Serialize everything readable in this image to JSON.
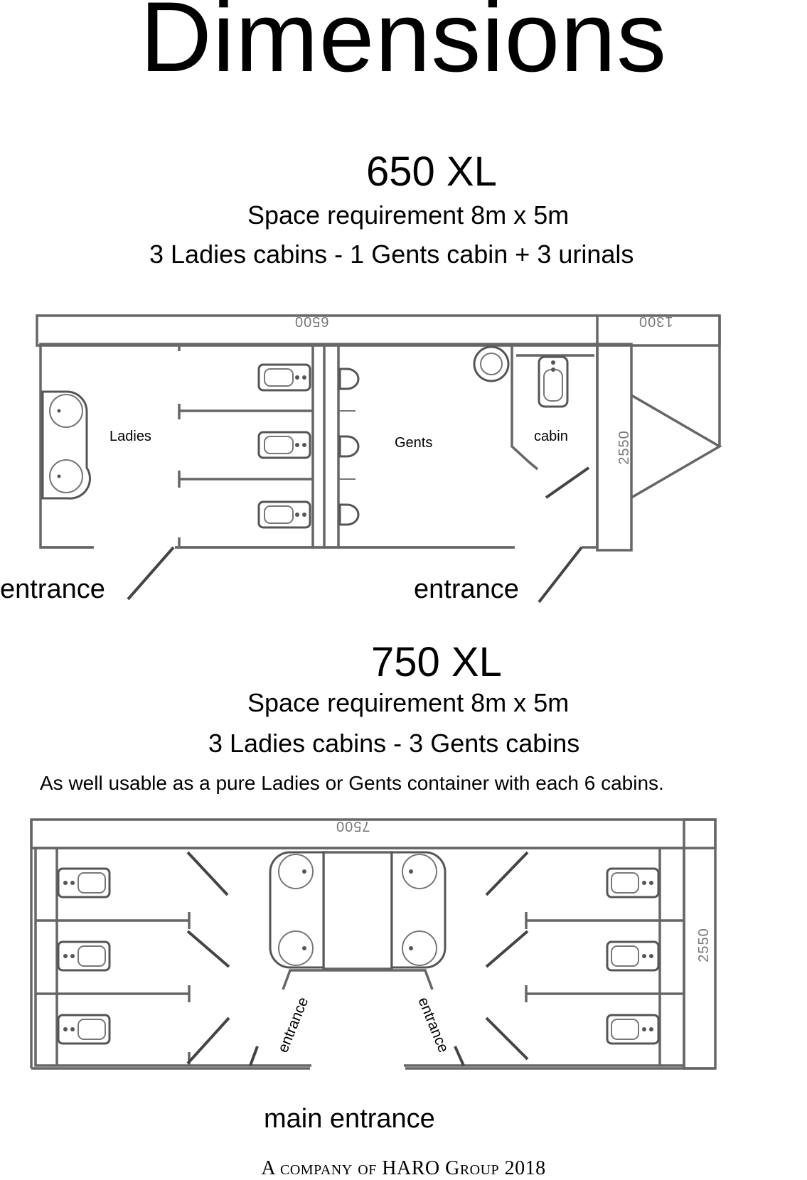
{
  "page": {
    "title": "Dimensions"
  },
  "plans": [
    {
      "model": "650  XL",
      "space": "Space requirement  8m x 5m",
      "cabins": "3 Ladies cabins  -  1 Gents cabin + 3 urinals",
      "rooms": {
        "ladies": "Ladies",
        "gents": "Gents",
        "cabin": "cabin"
      },
      "dims": {
        "length": "6500",
        "extra": "1300",
        "width": "2550"
      },
      "entrances": [
        "entrance",
        "entrance"
      ]
    },
    {
      "model": "750  XL",
      "space": "Space requirement  8m x 5m",
      "cabins": "3 Ladies cabins  -  3 Gents cabins",
      "note": "As well usable as a pure Ladies or Gents container with each 6 cabins.",
      "dims": {
        "length": "7500",
        "width": "2550"
      },
      "entrances": [
        "entrance",
        "entrance"
      ],
      "main_entrance": "main entrance"
    }
  ],
  "footer": "A company of HARO Group 2018"
}
